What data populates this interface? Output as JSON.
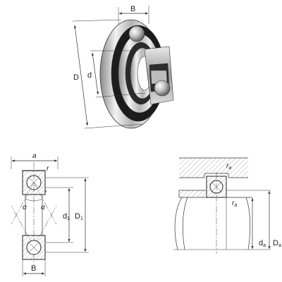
{
  "iso_view": {
    "labels": {
      "width": "B",
      "outer_diameter": "D",
      "bore": "d"
    }
  },
  "section_view": {
    "labels": {
      "width_top": "a",
      "radius_top": "r",
      "radius_mid": "r",
      "angle_left": "α",
      "angle_right": "α",
      "pitch_diameter": "d",
      "pitch_diameter_sub": "1",
      "outer_ring_diameter": "D",
      "outer_ring_diameter_sub": "1",
      "width_bottom": "B"
    }
  },
  "mounting_view": {
    "labels": {
      "radius_top": "r",
      "radius_top_sub": "a",
      "radius_bottom": "r",
      "radius_bottom_sub": "a",
      "shaft_diameter": "d",
      "shaft_diameter_sub": "a",
      "housing_diameter": "D",
      "housing_diameter_sub": "a"
    }
  }
}
